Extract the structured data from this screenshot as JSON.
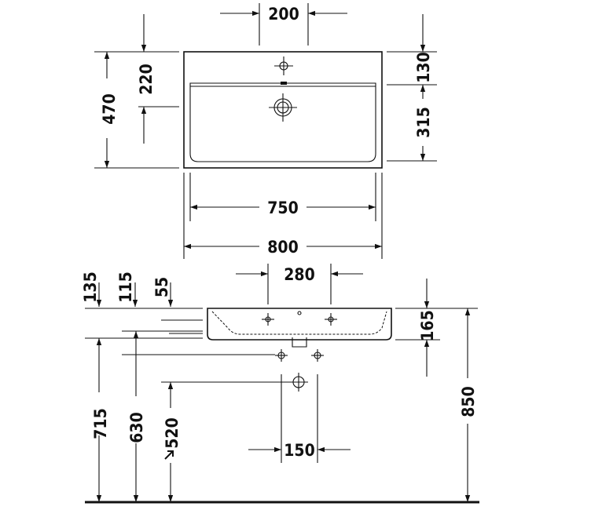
{
  "plan_view": {
    "dim_tap_spacing": "200",
    "dim_tap_to_edge": "220",
    "dim_depth_total": "470",
    "dim_tap_to_back": "130",
    "dim_bowl_depth": "315",
    "dim_bowl_width": "750",
    "dim_overall_width": "800"
  },
  "elevation_view": {
    "dim_tap_holes_spacing": "280",
    "dim_135": "135",
    "dim_115": "115",
    "dim_55": "55",
    "dim_basin_height": "165",
    "dim_715": "715",
    "dim_630": "630",
    "dim_520": "520",
    "dim_floor_to_top": "850",
    "dim_supply_spacing": "150"
  },
  "colors": {
    "line": "#111111",
    "background": "#ffffff"
  }
}
